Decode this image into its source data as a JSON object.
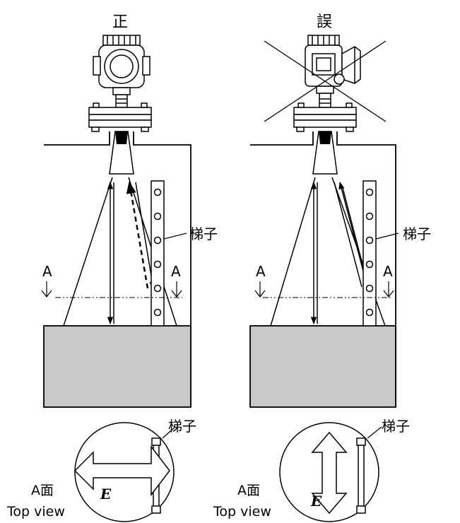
{
  "left_panel": {
    "heading": "正",
    "ladder_label": "梯子",
    "section_marker_left": "A",
    "section_marker_right": "A"
  },
  "right_panel": {
    "heading": "誤",
    "ladder_label": "梯子",
    "section_marker_left": "A",
    "section_marker_right": "A"
  },
  "top_view_left": {
    "face_label": "A面",
    "view_label": "Top view",
    "ladder_label": "梯子",
    "field_symbol": "E"
  },
  "top_view_right": {
    "face_label": "A面",
    "view_label": "Top view",
    "ladder_label": "梯子",
    "field_symbol": "E"
  },
  "colors": {
    "liquid": "#c8c8c8",
    "line": "#000000",
    "background": "#ffffff"
  }
}
